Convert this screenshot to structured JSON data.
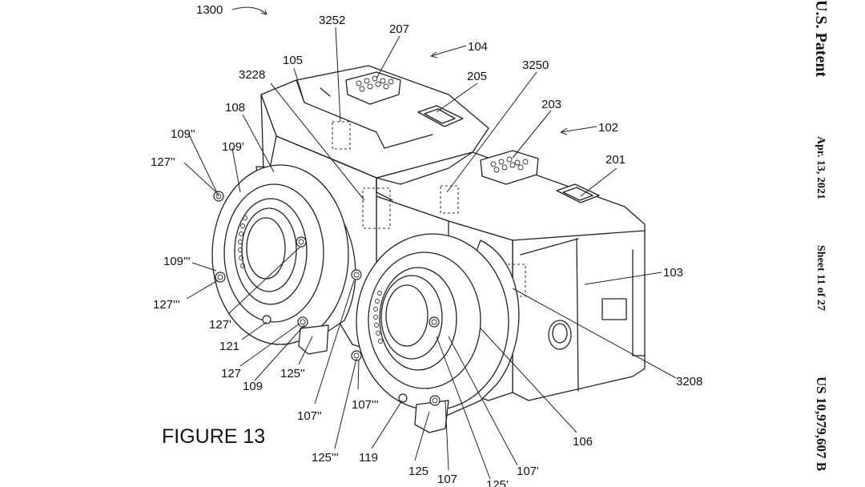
{
  "header": {
    "patent_label": "U.S. Patent",
    "date": "Apr. 13, 2021",
    "sheet": "Sheet 11 of 27",
    "patent_number": "US 10,979,607 B"
  },
  "figure": {
    "caption": "FIGURE 13"
  },
  "labels": {
    "l1300": "1300",
    "l3252": "3252",
    "l207": "207",
    "l104": "104",
    "l105": "105",
    "l3228": "3228",
    "l205": "205",
    "l3250": "3250",
    "l108": "108",
    "l203": "203",
    "l102": "102",
    "l109pp": "109''",
    "l109p": "109'",
    "l127pp": "127''",
    "l201": "201",
    "l103": "103",
    "l109ppp": "109'''",
    "l127ppp": "127'''",
    "l127p": "127'",
    "l121": "121",
    "l127": "127",
    "l109": "109",
    "l125pp": "125''",
    "l3208": "3208",
    "l107pp": "107''",
    "l107ppp": "107'''",
    "l106": "106",
    "l125ppp": "125'''",
    "l119": "119",
    "l125": "125",
    "l107p": "107'",
    "l107": "107",
    "l125p": "125'"
  }
}
